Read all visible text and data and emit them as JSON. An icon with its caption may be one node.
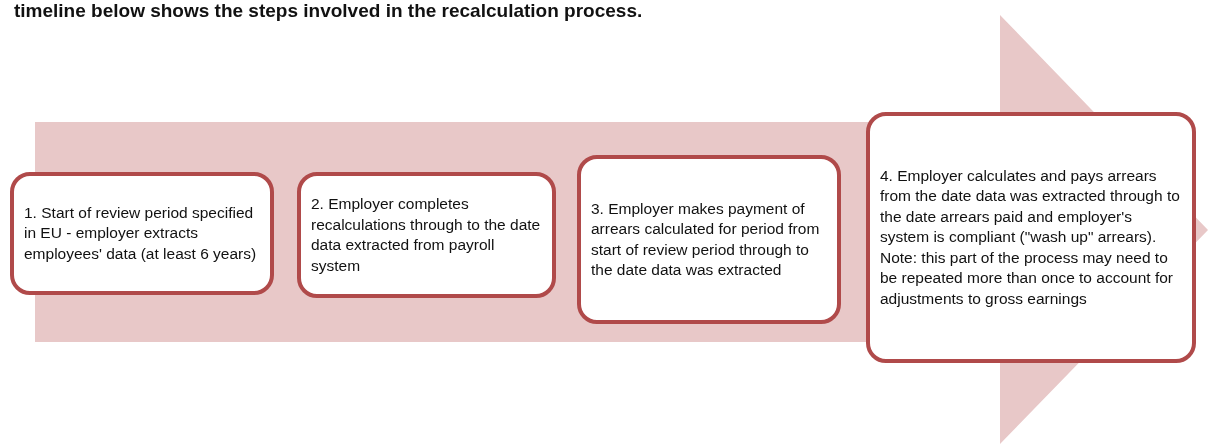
{
  "diagram": {
    "nodes": [
      {
        "text": [
          "1. Start of review period specified in EU - employer extracts employees' data (at least 6 years)"
        ]
      },
      {
        "text": [
          "2. Employer completes recalculations through to the date data extracted from payroll system"
        ]
      },
      {
        "text": [
          "3. Employer makes payment of arrears calculated for period from start of review period through to the date data was extracted"
        ]
      },
      {
        "text": [
          "4. Employer calculates and pays arrears from the date data was extracted through to the date arrears paid and employer's system is compliant  (\"wash up\" arrears). Note: this part of the process may need to be repeated more than once to account for adjustments to gross earnings"
        ]
      }
    ],
    "labels": [
      "timeline below shows the steps involved in the recalculation process."
    ]
  }
}
